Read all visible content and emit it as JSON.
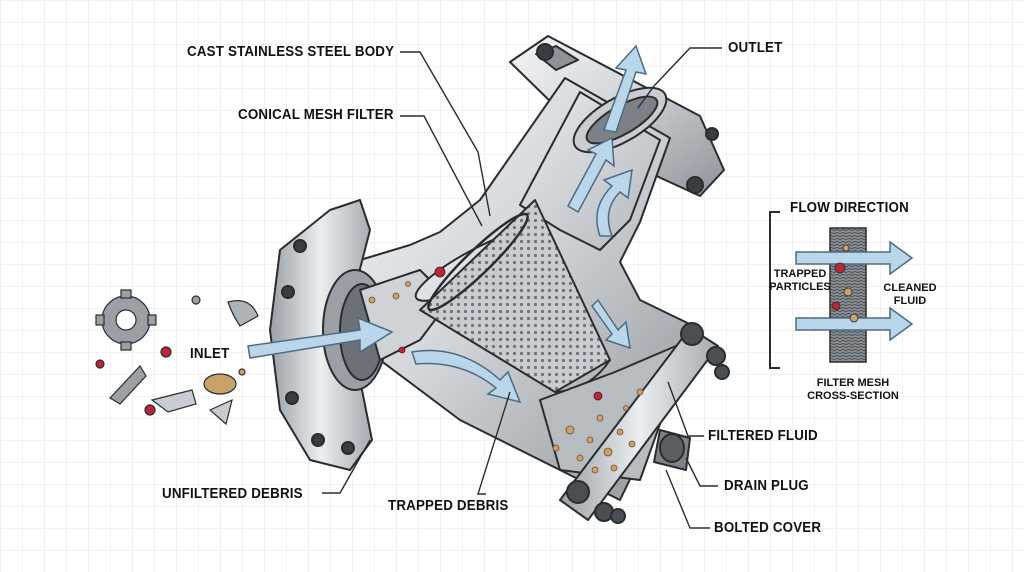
{
  "labels": {
    "body": "CAST STAINLESS STEEL BODY",
    "mesh": "CONICAL MESH FILTER",
    "outlet": "OUTLET",
    "inlet": "INLET",
    "unfiltered": "UNFILTERED DEBRIS",
    "trapped_debris": "TRAPPED DEBRIS",
    "filtered_fluid": "FILTERED FLUID",
    "drain_plug": "DRAIN PLUG",
    "bolted_cover": "BOLTED COVER"
  },
  "inset": {
    "title": "FLOW DIRECTION",
    "trapped_line1": "TRAPPED",
    "trapped_line2": "PARTICLES",
    "cleaned_line1": "CLEANED",
    "cleaned_line2": "FLUID",
    "caption_line1": "FILTER MESH",
    "caption_line2": "CROSS-SECTION"
  },
  "colors": {
    "grid": "#e2e2e2",
    "steel_light": "#eef0f2",
    "steel_mid": "#c3c7cc",
    "steel_dark": "#7d8389",
    "flow_arrow": "#b9d6ea",
    "debris_red": "#b8283a",
    "debris_tan": "#c9a26a"
  }
}
